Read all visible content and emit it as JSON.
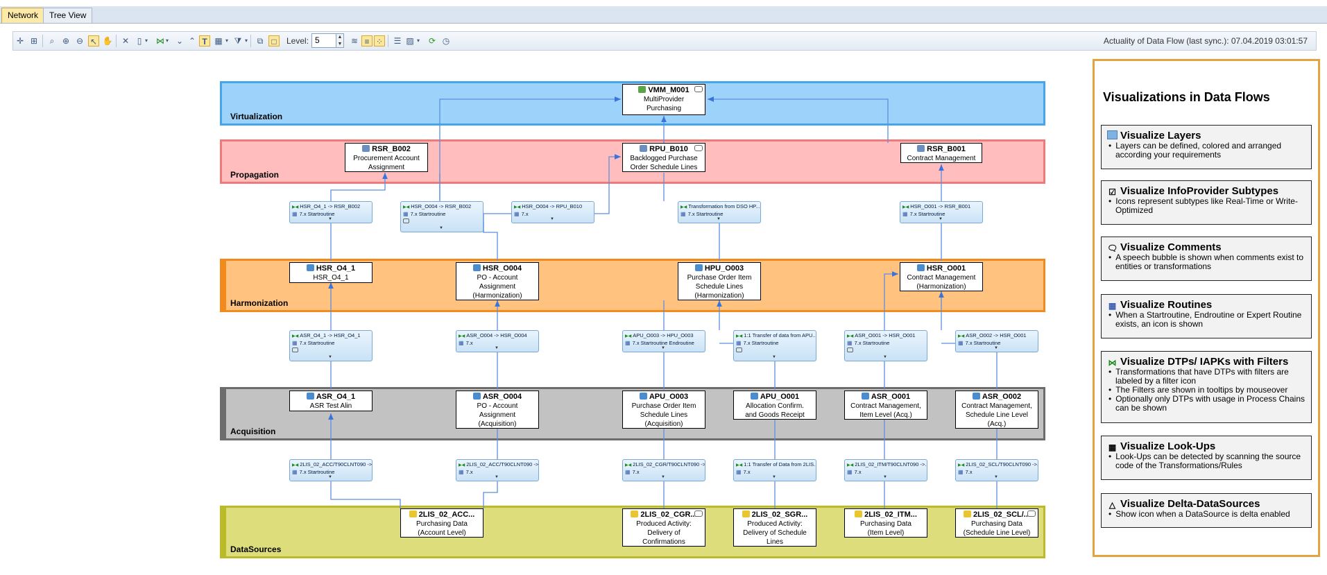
{
  "tabs": [
    {
      "label": "Network",
      "active": true
    },
    {
      "label": "Tree View",
      "active": false
    }
  ],
  "toolbar": {
    "level_label": "Level:",
    "level_value": "5",
    "sync_text": "Actuality of Data Flow (last sync.): 07.04.2019 03:01:57"
  },
  "layers": {
    "virtualization": "Virtualization",
    "propagation": "Propagation",
    "harmonization": "Harmonization",
    "acquisition": "Acquisition",
    "datasources": "DataSources"
  },
  "colors": {
    "virtualization": "#9dd3fb",
    "propagation": "#ffbdbd",
    "harmonization": "#ffc27f",
    "acquisition": "#c2c2c2",
    "datasources": "#dedd7b"
  },
  "nodes": {
    "vmm_m001": {
      "id": "VMM_M001",
      "desc": "MultiProvider Purchasing"
    },
    "rsr_b002": {
      "id": "RSR_B002",
      "desc": "Procurement Account Assignment"
    },
    "rpu_b010": {
      "id": "RPU_B010",
      "desc": "Backlogged Purchase Order Schedule Lines"
    },
    "rsr_b001": {
      "id": "RSR_B001",
      "desc": "Contract Management"
    },
    "hsr_o4_1": {
      "id": "HSR_O4_1",
      "desc": "HSR_O4_1"
    },
    "hsr_o004": {
      "id": "HSR_O004",
      "desc": "PO - Account Assignment (Harmonization)"
    },
    "hpu_o003": {
      "id": "HPU_O003",
      "desc": "Purchase Order Item Schedule Lines (Harmonization)"
    },
    "hsr_o001": {
      "id": "HSR_O001",
      "desc": "Contract Management (Harmonization)"
    },
    "asr_o4_1": {
      "id": "ASR_O4_1",
      "desc": "ASR Test Alin"
    },
    "asr_o004": {
      "id": "ASR_O004",
      "desc": "PO - Account Assignment (Acquisition)"
    },
    "apu_o003": {
      "id": "APU_O003",
      "desc": "Purchase Order Item Schedule Lines (Acquisition)"
    },
    "apu_o001": {
      "id": "APU_O001",
      "desc": "Allocation Confirm. and Goods Receipt"
    },
    "asr_o001": {
      "id": "ASR_O001",
      "desc": "Contract Management, Item Level (Acq.)"
    },
    "asr_o002": {
      "id": "ASR_O002",
      "desc": "Contract Management, Schedule Line Level (Acq.)"
    },
    "ds_acc": {
      "id": "2LIS_02_ACC...",
      "desc": "Purchasing Data (Account Level)"
    },
    "ds_cgr": {
      "id": "2LIS_02_CGR...",
      "desc": "Produced Activity: Delivery of Confirmations"
    },
    "ds_sgr": {
      "id": "2LIS_02_SGR...",
      "desc": "Produced Activity: Delivery of Schedule Lines"
    },
    "ds_itm": {
      "id": "2LIS_02_ITM...",
      "desc": "Purchasing Data (Item Level)"
    },
    "ds_scl": {
      "id": "2LIS_02_SCL/...",
      "desc": "Purchasing Data (Schedule Line Level)"
    }
  },
  "transformations": {
    "t_o41_b002": {
      "name": "HSR_O4_1 -> RSR_B002",
      "sub": "7.x Startroutine"
    },
    "t_o004_b002": {
      "name": "HSR_O004 -> RSR_B002",
      "sub": "7.x Startroutine"
    },
    "t_o004_b010": {
      "name": "HSR_O004 -> RPU_B010",
      "sub": "7.x"
    },
    "t_dso_hp": {
      "name": "Transformation from DSO HP...",
      "sub": "7.x Startroutine"
    },
    "t_o001_b001": {
      "name": "HSR_O001 -> RSR_B001",
      "sub": "7.x Startroutine"
    },
    "t_asr41": {
      "name": "ASR_O4_1 -> HSR_O4_1",
      "sub": "7.x Startroutine"
    },
    "t_asr004": {
      "name": "ASR_O004 -> HSR_O004",
      "sub": "7.x"
    },
    "t_apu003": {
      "name": "APU_O003 -> HPU_O003",
      "sub": "7.x Startroutine  Endroutine"
    },
    "t_apu001": {
      "name": "1:1 Transfer of data from APU...",
      "sub": "7.x Startroutine"
    },
    "t_asr001": {
      "name": "ASR_O001 -> HSR_O001",
      "sub": "7.x Startroutine"
    },
    "t_asr002": {
      "name": "ASR_O002 -> HSR_O001",
      "sub": "7.x Startroutine"
    },
    "t_ds1": {
      "name": "2LIS_02_ACC/T90CLNT090 ->...",
      "sub": "7.x Startroutine"
    },
    "t_ds2": {
      "name": "2LIS_02_ACC/T90CLNT090 ->...",
      "sub": "7.x"
    },
    "t_ds3": {
      "name": "2LIS_02_CGR/T90CLNT090 ->...",
      "sub": "7.x"
    },
    "t_ds4": {
      "name": "1:1 Transfer of Data from 2LIS...",
      "sub": "7.x"
    },
    "t_ds5": {
      "name": "2LIS_02_ITM/T90CLNT090 ->...",
      "sub": "7.x"
    },
    "t_ds6": {
      "name": "2LIS_02_SCL/T90CLNT090 ->...",
      "sub": "7.x"
    }
  },
  "panel": {
    "title": "Visualizations in Data Flows",
    "cards": [
      {
        "icon": "layers-icon",
        "title": "Visualize Layers",
        "bullets": [
          "Layers can be defined, colored and arranged according your requirements"
        ]
      },
      {
        "icon": "subtype-icon",
        "title": "Visualize InfoProvider Subtypes",
        "bullets": [
          "Icons represent subtypes like Real-Time or Write-Optimized"
        ]
      },
      {
        "icon": "comment-icon",
        "title": "Visualize Comments",
        "bullets": [
          "A speech bubble is shown when comments exist to entities or transformations"
        ]
      },
      {
        "icon": "routine-icon",
        "title": "Visualize Routines",
        "bullets": [
          "When a Startroutine, Endroutine or Expert Routine exists, an icon is shown"
        ]
      },
      {
        "icon": "filter-icon",
        "title": "Visualize DTPs/ IAPKs with Filters",
        "bullets": [
          "Transformations that have DTPs with filters are labeled by a filter icon",
          "The Filters are shown in tooltips by mouseover",
          "Optionally only DTPs with usage in Process Chains can be shown"
        ]
      },
      {
        "icon": "lookup-icon",
        "title": "Visualize Look-Ups",
        "bullets": [
          "Look-Ups can be detected by scanning the source code of the Transformations/Rules"
        ]
      },
      {
        "icon": "delta-icon",
        "title": "Visualize Delta-DataSources",
        "bullets": [
          "Show icon when a DataSource is delta enabled"
        ]
      }
    ]
  }
}
